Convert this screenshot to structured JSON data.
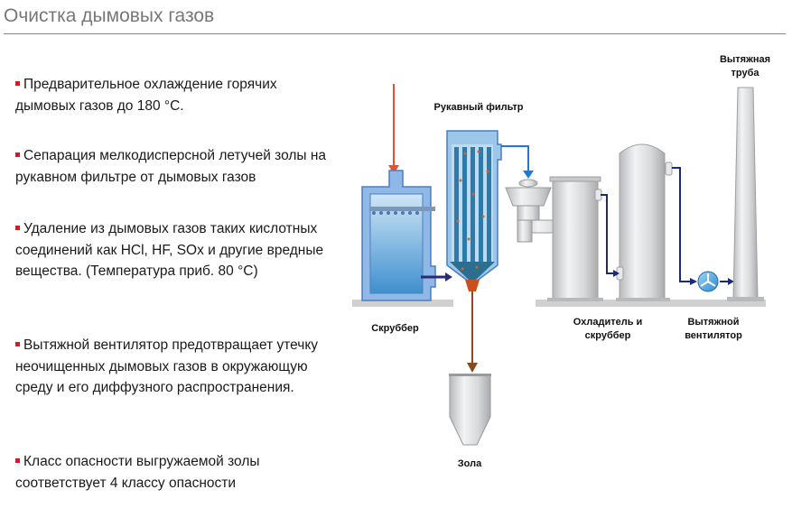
{
  "header": {
    "title": "Очистка дымовых газов"
  },
  "bullets": [
    {
      "text": "Предварительное охлаждение горячих дымовых газов до 180 °C."
    },
    {
      "text": "Сепарация мелкодисперсной летучей золы на рукавном фильтре от дымовых газов"
    },
    {
      "text": "Удаление из дымовых газов таких кислотных соединений как HCl, HF, SOx и другие вредные вещества. (Температура приб. 80 °C)"
    },
    {
      "text": "Вытяжной вентилятор предотвращает утечку неочищенных дымовых газов в окружающую среду и его диффузного распространения."
    },
    {
      "text": "Класс опасности выгружаемой золы соответствует 4 классу опасности"
    }
  ],
  "diagram": {
    "labels": {
      "scrubber": "Скруббер",
      "bag_filter": "Рукавный фильтр",
      "cooler_scrubber_1": "Охладитель и",
      "cooler_scrubber_2": "скруббер",
      "exhaust_fan_1": "Вытяжной",
      "exhaust_fan_2": "вентилятор",
      "stack_1": "Вытяжная",
      "stack_2": "труба",
      "ash": "Зола"
    },
    "colors": {
      "hot_gas": "#e8502a",
      "clean_flow": "#1f7ad6",
      "gas_pipe": "#1a2a7a",
      "ash_flow": "#8a4a20",
      "bullet": "#e0141e"
    }
  }
}
